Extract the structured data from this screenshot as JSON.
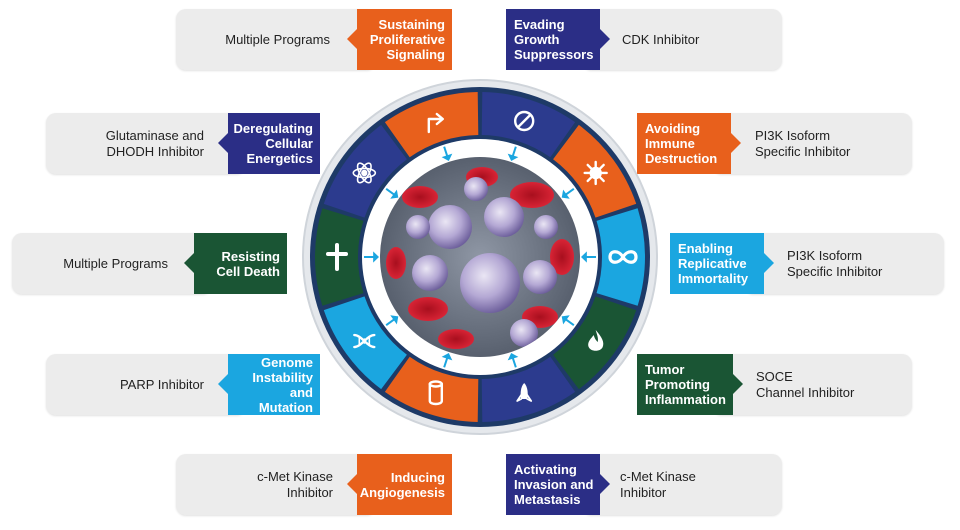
{
  "colors": {
    "orange": "#e8601c",
    "navy": "#2b2e86",
    "green": "#1a5534",
    "blue": "#1ba6e0",
    "card": "#ececec",
    "ring": "#1e3a67"
  },
  "hallmarks": [
    {
      "key": "sustaining",
      "label": "Sustaining\nProliferative\nSignaling",
      "therapy": "Multiple Programs",
      "color": "orange",
      "icon": "arrow-turn-icon"
    },
    {
      "key": "evading",
      "label": "Evading\nGrowth\nSuppressors",
      "therapy": "CDK Inhibitor",
      "color": "navy",
      "icon": "prohibited-icon"
    },
    {
      "key": "avoiding",
      "label": "Avoiding\nImmune\nDestruction",
      "therapy": "PI3K Isoform\nSpecific Inhibitor",
      "color": "orange",
      "icon": "virus-icon"
    },
    {
      "key": "enabling",
      "label": "Enabling\nReplicative\nImmortality",
      "therapy": "PI3K Isoform\nSpecific Inhibitor",
      "color": "blue",
      "icon": "infinity-icon"
    },
    {
      "key": "tumor",
      "label": "Tumor\nPromoting\nInflammation",
      "therapy": "SOCE\nChannel Inhibitor",
      "color": "green",
      "icon": "flame-icon"
    },
    {
      "key": "activating",
      "label": "Activating\nInvasion and\nMetastasis",
      "therapy": "c-Met Kinase\nInhibitor",
      "color": "navy",
      "icon": "rocket-icon"
    },
    {
      "key": "inducing",
      "label": "Inducing\nAngiogenesis",
      "therapy": "c-Met Kinase\nInhibitor",
      "color": "orange",
      "icon": "vessel-icon"
    },
    {
      "key": "genome",
      "label": "Genome\nInstability and\nMutation",
      "therapy": "PARP Inhibitor",
      "color": "blue",
      "icon": "dna-icon"
    },
    {
      "key": "resisting",
      "label": "Resisting\nCell Death",
      "therapy": "Multiple Programs",
      "color": "green",
      "icon": "cross-icon"
    },
    {
      "key": "deregulating",
      "label": "Deregulating\nCellular\nEnergetics",
      "therapy": "Glutaminase and\nDHODH Inhibitor",
      "color": "navy",
      "icon": "atom-icon"
    }
  ]
}
